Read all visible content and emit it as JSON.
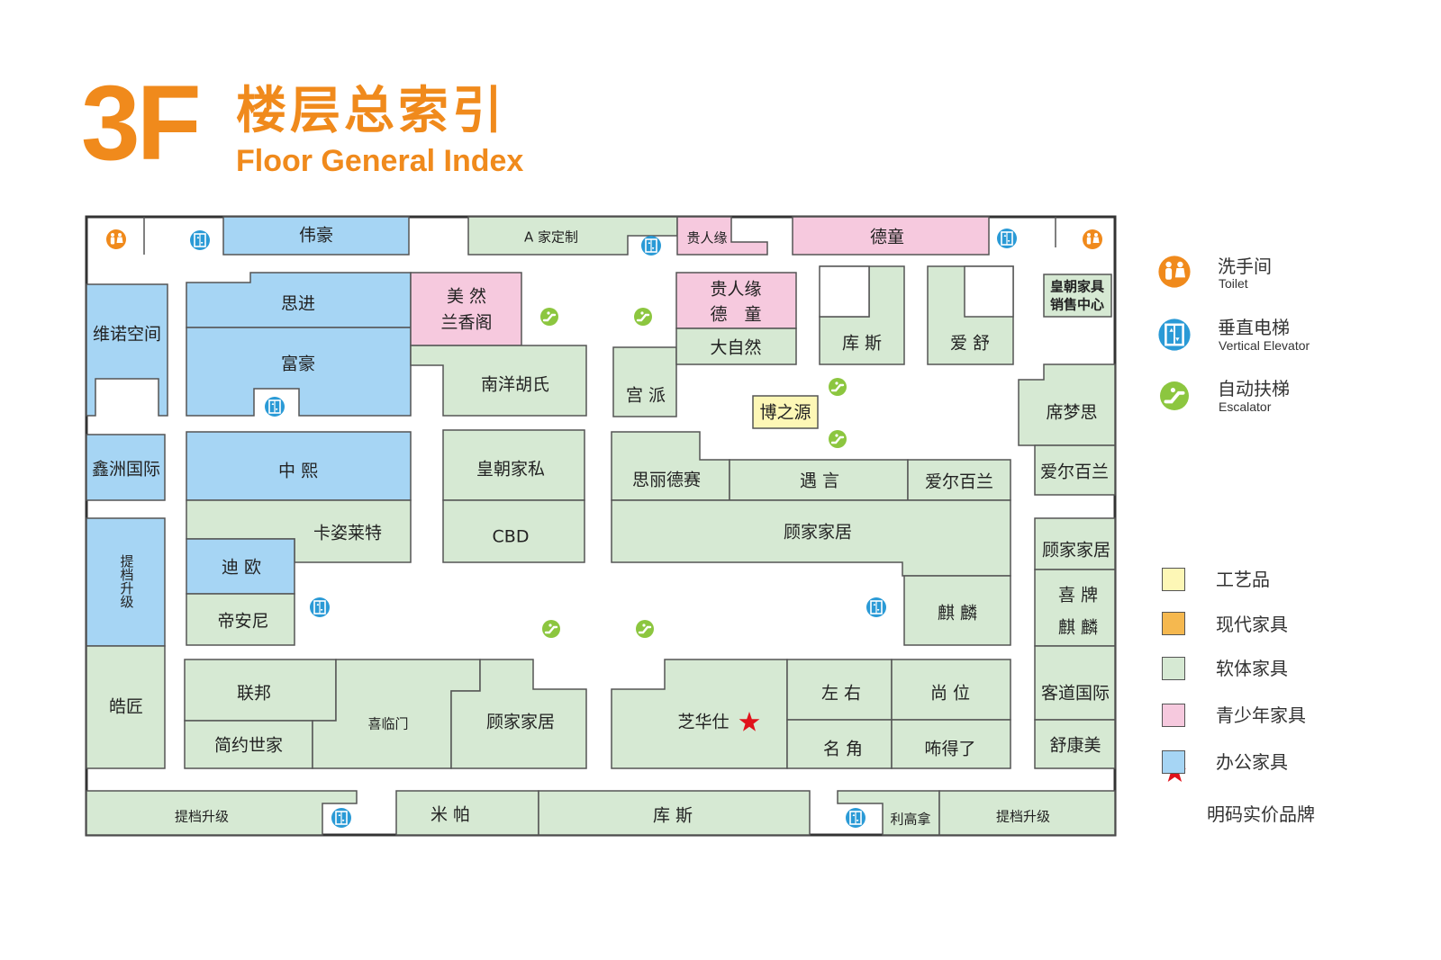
{
  "header": {
    "floor": "3F",
    "title_cn": "楼层总索引",
    "title_en": "Floor General Index"
  },
  "colors": {
    "accent": "#f08a1c",
    "office": "#a6d5f4",
    "soft": "#d6e9d3",
    "youth": "#f6c9de",
    "craft": "#fdf7b6",
    "modern": "#f5b84f",
    "toilet": "#f08a1c",
    "elevator": "#2a9ad6",
    "escalator": "#8cc63f",
    "star": "#e0121b"
  },
  "shops": {
    "weihao": "伟豪",
    "a_custom": "A 家定制",
    "guirenyuan_top": "贵人缘",
    "detong_top": "德童",
    "weinuo": "维诺空间",
    "sijin": "思进",
    "fuhao": "富豪",
    "meiran": "美 然",
    "lanxiangge": "兰香阁",
    "nanyang": "南洋胡氏",
    "gongpai": "宫 派",
    "guirenyuan": "贵人缘",
    "detong": "德　童",
    "daziran": "大自然",
    "kusi_top": "库 斯",
    "aishu": "爱 舒",
    "huangchao_sales": "皇朝家具",
    "sales_center": "销售中心",
    "bozhiyuan": "博之源",
    "ximengsi": "席梦思",
    "xinzhou": "鑫洲国际",
    "zhongxi": "中 熙",
    "huangchao_jiasi": "皇朝家私",
    "cbd": "CBD",
    "silidesai": "思丽德赛",
    "yuyan": "遇 言",
    "aierbailan_mid": "爱尔百兰",
    "aierbailan_right": "爱尔百兰",
    "kazilaite": "卡姿莱特",
    "tidang_vertical": "提档升级",
    "dioou": "迪 欧",
    "dianni": "帝安尼",
    "gujia_center": "顾家家居",
    "gujia_right": "顾家家居",
    "xipai": "喜 牌",
    "qilin_right": "麒 麟",
    "qilin_center": "麒 麟",
    "haojiang": "皓匠",
    "lianbang": "联邦",
    "jianyue": "简约世家",
    "xilinmen": "喜临门",
    "gujia_bottom": "顾家家居",
    "zhihuashi": "芝华仕",
    "zuoyou": "左 右",
    "shangwei": "尚 位",
    "mingjiao": "名 角",
    "shideliao": "咘得了",
    "kedao": "客道国际",
    "shukangmei": "舒康美",
    "tidang_bl": "提档升级",
    "mipa": "米 帕",
    "kusi_bottom": "库 斯",
    "ligaona": "利高拿",
    "tidang_br": "提档升级"
  },
  "legend": {
    "toilet_cn": "洗手间",
    "toilet_en": "Toilet",
    "elevator_cn": "垂直电梯",
    "elevator_en": "Vertical Elevator",
    "escalator_cn": "自动扶梯",
    "escalator_en": "Escalator",
    "craft": "工艺品",
    "modern": "现代家具",
    "soft": "软体家具",
    "youth": "青少年家具",
    "office": "办公家具",
    "star_brand": "明码实价品牌"
  }
}
